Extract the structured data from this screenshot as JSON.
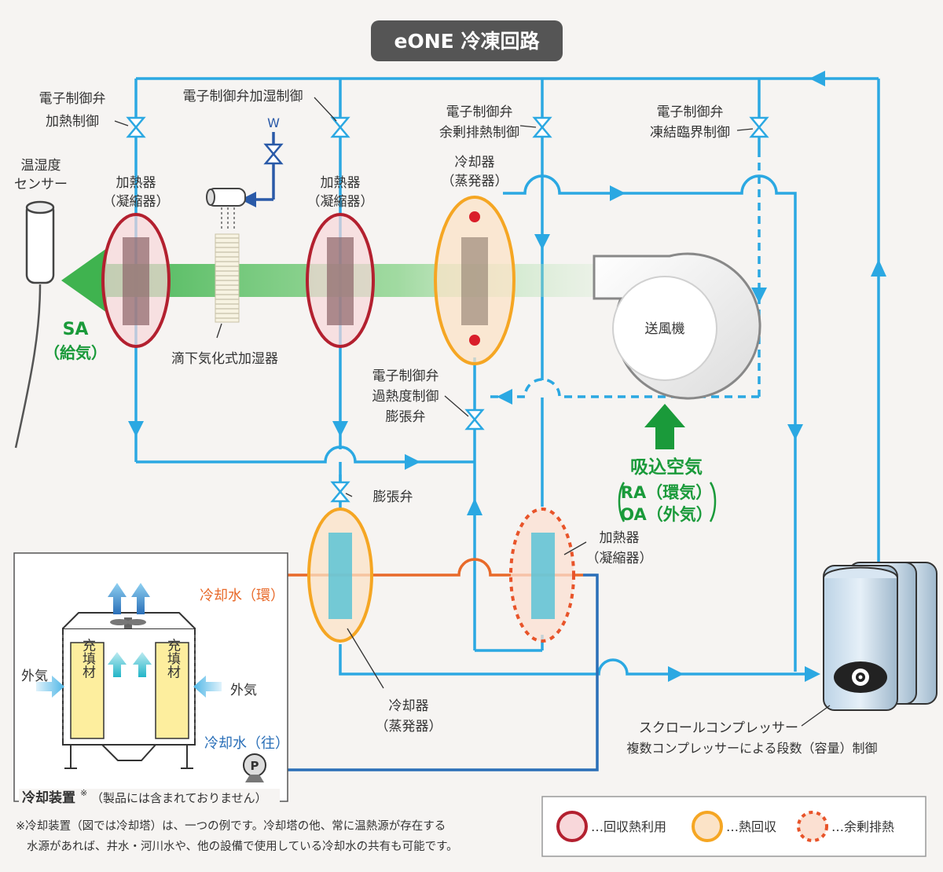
{
  "title": "eONE 冷凍回路",
  "labels": {
    "valve_heat_1": "電子制御弁",
    "valve_heat_2": "加熱制御",
    "valve_humid": "電子制御弁加湿制御",
    "valve_excess_1": "電子制御弁",
    "valve_excess_2": "余剰排熱制御",
    "valve_freeze_1": "電子制御弁",
    "valve_freeze_2": "凍結臨界制御",
    "sensor_1": "温湿度",
    "sensor_2": "センサー",
    "water": "W",
    "heater1_1": "加熱器",
    "heater1_2": "（凝縮器）",
    "heater2_1": "加熱器",
    "heater2_2": "（凝縮器）",
    "cooler_top_1": "冷却器",
    "cooler_top_2": "（蒸発器）",
    "fan": "送風機",
    "sa_1": "SA",
    "sa_2": "（給気）",
    "humidifier": "滴下気化式加湿器",
    "valve_superheat_1": "電子制御弁",
    "valve_superheat_2": "過熱度制御",
    "valve_superheat_3": "膨張弁",
    "intake_1": "吸込空気",
    "intake_2": "RA（環気）",
    "intake_3": "OA（外気）",
    "exp_valve": "膨張弁",
    "heater3_1": "加熱器",
    "heater3_2": "（凝縮器）",
    "cw_return": "冷却水（環）",
    "cw_supply": "冷却水（往）",
    "packing_1": "充填材",
    "packing_2": "充填材",
    "outside_1": "外気",
    "outside_2": "外気",
    "pump": "P",
    "cooler_bot_1": "冷却器",
    "cooler_bot_2": "（蒸発器）",
    "comp_1": "スクロールコンプレッサー",
    "comp_2": "複数コンプレッサーによる段数（容量）制御",
    "cooling_device": "冷却装置",
    "cooling_device_mark": "※",
    "cooling_device_note": "（製品には含まれておりません）",
    "footnote_1": "※冷却装置（図では冷却塔）は、一つの例です。冷却塔の他、常に温熱源が存在する",
    "footnote_2": "水源があれば、井水・河川水や、他の設備で使用している冷却水の共有も可能です。"
  },
  "legend": {
    "item1": "…回収熱利用",
    "item2": "…熱回収",
    "item3": "…余剰排熱"
  },
  "colors": {
    "refrigerant": "#2ba8e2",
    "heat_use": "#c0283a",
    "heat_recovery": "#f5a623",
    "excess_heat": "#e8542a",
    "cooling_water_return": "#e86a2a",
    "cooling_water_supply": "#2a6fb8",
    "green": "#1a9a3a"
  }
}
